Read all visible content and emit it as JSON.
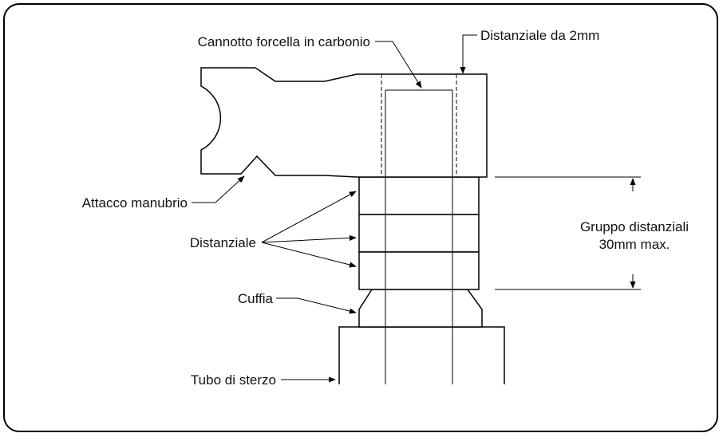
{
  "labels": {
    "fork_tube": "Cannotto forcella in carbonio",
    "spacer_2mm": "Distanziale da 2mm",
    "stem": "Attacco manubrio",
    "spacer": "Distanziale",
    "spacer_group_line1": "Gruppo distanziali",
    "spacer_group_line2": "30mm max.",
    "cap": "Cuffia",
    "head_tube": "Tubo di sterzo"
  }
}
